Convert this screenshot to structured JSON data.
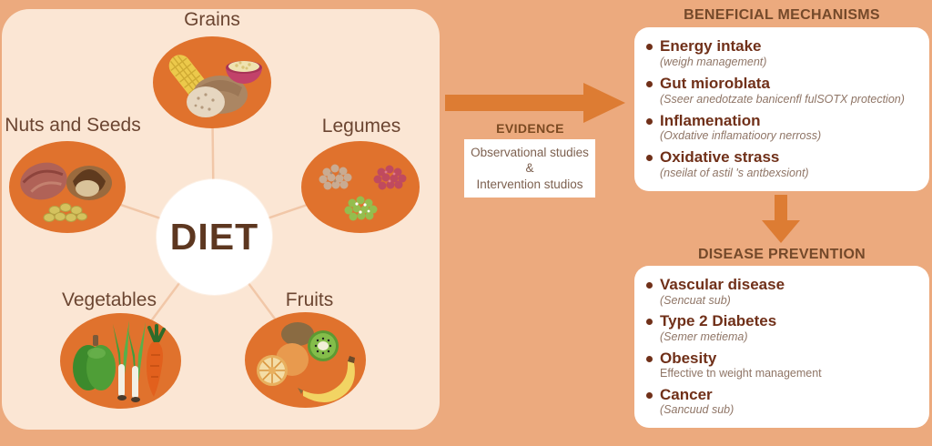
{
  "palette": {
    "background": "#ECAA7E",
    "panel": "#FBE6D4",
    "accent_orange": "#E0722D",
    "title_brown": "#74492A",
    "bullet_brown": "#703019"
  },
  "diet_wheel": {
    "center_label": "DIET",
    "groups": [
      {
        "label": "Grains",
        "foods": [
          "corn-icon",
          "bread-icon",
          "grain-bowl-icon"
        ]
      },
      {
        "label": "Nuts and Seeds",
        "foods": [
          "pecan-icon",
          "chestnut-icon",
          "seeds-icon"
        ]
      },
      {
        "label": "Legumes",
        "foods": [
          "beans-tan-icon",
          "beans-red-icon",
          "beans-green-icon"
        ]
      },
      {
        "label": "Vegetables",
        "foods": [
          "bell-pepper-icon",
          "spring-onion-icon",
          "carrot-icon"
        ]
      },
      {
        "label": "Fruits",
        "foods": [
          "kiwi-icon",
          "orange-icon",
          "banana-icon"
        ]
      }
    ]
  },
  "evidence": {
    "arrow_label": "EVIDENCE",
    "box_lines": [
      "Observational studies",
      "&",
      "Intervention studios"
    ]
  },
  "mechanisms": {
    "title": "BENEFICIAL MECHANISMS",
    "items": [
      {
        "title": "Energy intake",
        "subtitle": "(weigh management)"
      },
      {
        "title": "Gut mioroblata",
        "subtitle": "(Sseer anedotzate banicenfl fulSOTX protection)"
      },
      {
        "title": "Inflamenation",
        "subtitle": "(Oxdative inflamatioory nerross)"
      },
      {
        "title": "Oxidative strass",
        "subtitle": "(nseilat of astil 's antbexsiont)"
      }
    ]
  },
  "prevention": {
    "title": "DISEASE PREVENTION",
    "items": [
      {
        "title": "Vascular disease",
        "subtitle": "(Sencuat sub)"
      },
      {
        "title": "Type 2 Diabetes",
        "subtitle": "(Semer metiema)"
      },
      {
        "title": "Obesity",
        "subtitle": "Effective tn weight management"
      },
      {
        "title": "Cancer",
        "subtitle": "(Sancuud sub)"
      }
    ]
  }
}
